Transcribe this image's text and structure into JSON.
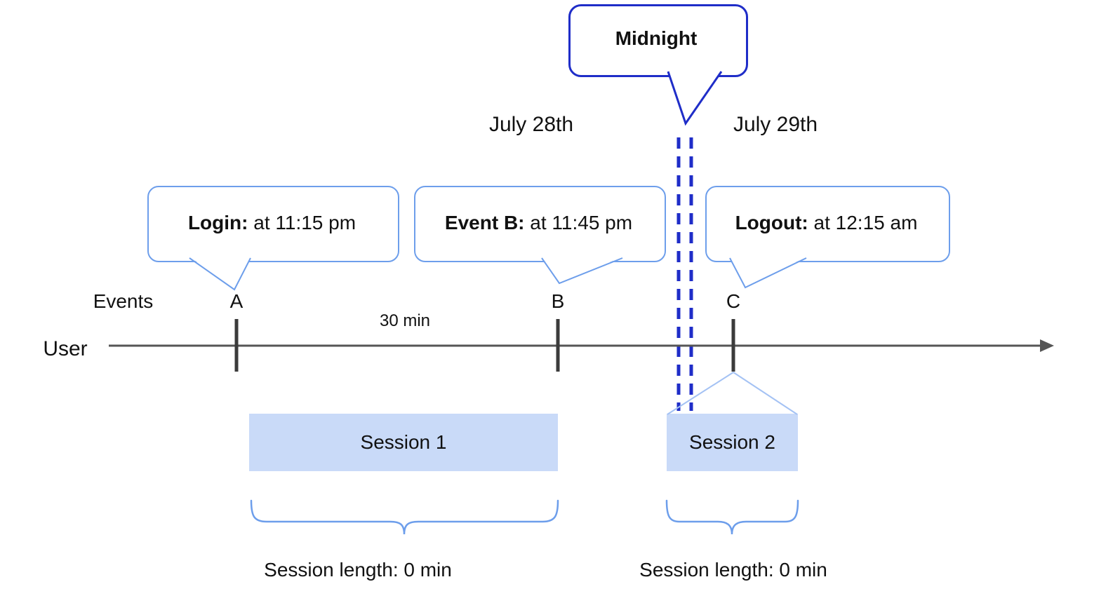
{
  "diagram": {
    "midnight": {
      "label": "Midnight"
    },
    "dates": {
      "left": "July 28th",
      "right": "July 29th"
    },
    "bubbles": {
      "login": {
        "bold": "Login:",
        "rest": " at 11:15 pm"
      },
      "event_b": {
        "bold": "Event B:",
        "rest": " at 11:45 pm"
      },
      "logout": {
        "bold": "Logout:",
        "rest": " at 12:15 am"
      }
    },
    "axis": {
      "events_label": "Events",
      "user_label": "User",
      "markers": {
        "a": "A",
        "b": "B",
        "c": "C"
      },
      "interval_label": "30 min"
    },
    "sessions": {
      "s1": {
        "label": "Session 1",
        "length_label": "Session length: 0 min"
      },
      "s2": {
        "label": "Session 2",
        "length_label": "Session length: 0 min"
      }
    },
    "colors": {
      "bubble_border": "#6d9eeb",
      "midnight_border": "#1f2dc8",
      "dashed_line": "#1f2dc8",
      "session_fill": "#c9daf8",
      "session_connector": "#a4c2f4",
      "timeline": "#555555",
      "tick": "#3b3b3b",
      "brace": "#6d9eeb",
      "text": "#111111"
    }
  }
}
